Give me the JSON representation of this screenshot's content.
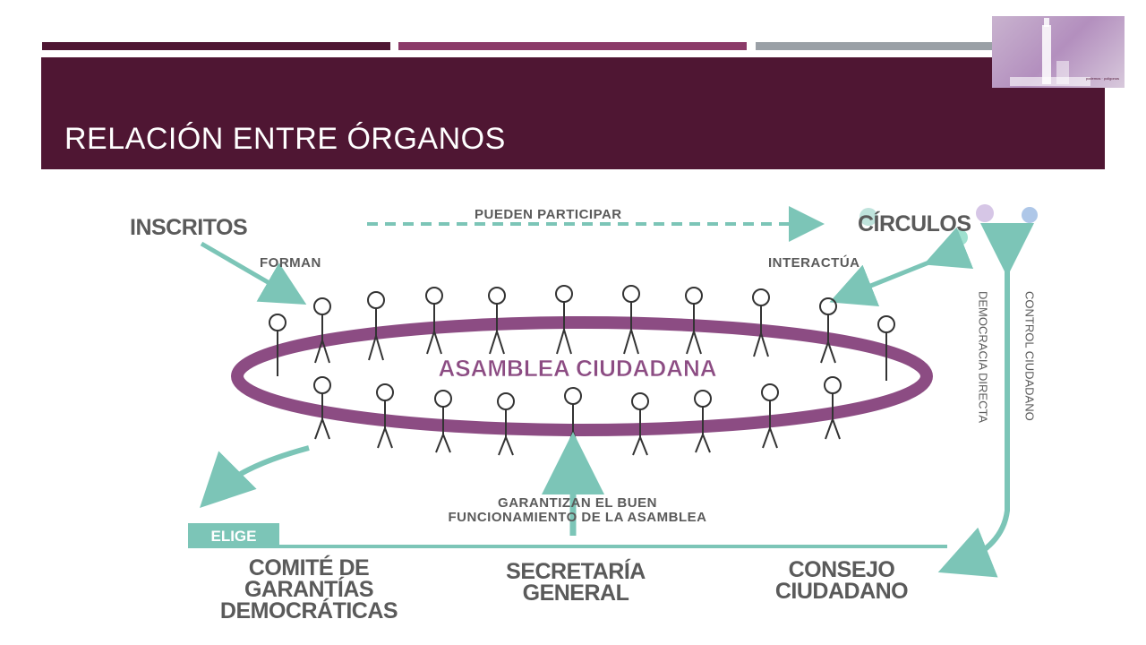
{
  "header": {
    "title": "RELACIÓN ENTRE ÓRGANOS"
  },
  "logo": {
    "caption": "podemos · poligonos"
  },
  "colors": {
    "band": "#4f1633",
    "accent": "#8b3a68",
    "teal": "#7cc5b7",
    "ellipse": "#8c4c83",
    "gray": "#9aa0a6"
  },
  "diagram": {
    "inscritos": "INSCRITOS",
    "pueden_participar": "PUEDEN PARTICIPAR",
    "circulos": "CÍRCULOS",
    "forman": "FORMAN",
    "interactua": "INTERACTÚA",
    "asamblea": "ASAMBLEA CIUDADANA",
    "democracia_directa": "DEMOCRACIA DIRECTA",
    "control_ciudadano": "CONTROL CIUDADANO",
    "garantizan_1": "GARANTIZAN EL BUEN",
    "garantizan_2": "FUNCIONAMIENTO DE LA ASAMBLEA",
    "elige": "ELIGE",
    "comite_1": "COMITÉ DE",
    "comite_2": "GARANTÍAS",
    "comite_3": "DEMOCRÁTICAS",
    "secretaria_1": "SECRETARÍA",
    "secretaria_2": "GENERAL",
    "consejo_1": "CONSEJO",
    "consejo_2": "CIUDADANO"
  }
}
